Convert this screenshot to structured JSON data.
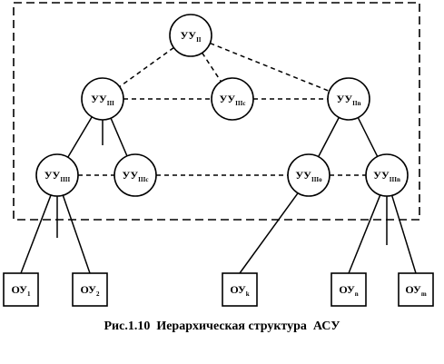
{
  "caption": "Рис.1.10  Иерархическая структура  АСУ",
  "nodes": [
    {
      "id": "uu_ii",
      "kind": "circle",
      "base": "УУ",
      "sub": "II"
    },
    {
      "id": "uu_iii",
      "kind": "circle",
      "base": "УУ",
      "sub": "III"
    },
    {
      "id": "uu_iic",
      "kind": "circle",
      "base": "УУ",
      "sub": "IIIc"
    },
    {
      "id": "uu_iin",
      "kind": "circle",
      "base": "УУ",
      "sub": "IIn"
    },
    {
      "id": "uu_iiii",
      "kind": "circle",
      "base": "УУ",
      "sub": "IIII"
    },
    {
      "id": "uu_iiic",
      "kind": "circle",
      "base": "УУ",
      "sub": "IIIc"
    },
    {
      "id": "uu_iiio",
      "kind": "circle",
      "base": "УУ",
      "sub": "IIIo"
    },
    {
      "id": "uu_iiin",
      "kind": "circle",
      "base": "УУ",
      "sub": "IIIn"
    },
    {
      "id": "oy_1",
      "kind": "box",
      "base": "ОУ",
      "sub": "1"
    },
    {
      "id": "oy_2",
      "kind": "box",
      "base": "ОУ",
      "sub": "2"
    },
    {
      "id": "oy_k",
      "kind": "box",
      "base": "ОУ",
      "sub": "k"
    },
    {
      "id": "oy_n",
      "kind": "box",
      "base": "ОУ",
      "sub": "n"
    },
    {
      "id": "oy_m",
      "kind": "box",
      "base": "ОУ",
      "sub": "m"
    }
  ],
  "links": [
    {
      "from": "uu_ii",
      "to": "uu_iii",
      "style": "dashed"
    },
    {
      "from": "uu_ii",
      "to": "uu_iic",
      "style": "dashed"
    },
    {
      "from": "uu_ii",
      "to": "uu_iin",
      "style": "dashed"
    },
    {
      "from": "uu_iii",
      "to": "uu_iic",
      "style": "dashed"
    },
    {
      "from": "uu_iic",
      "to": "uu_iin",
      "style": "dashed"
    },
    {
      "from": "uu_iii",
      "to": "uu_iiii",
      "style": "solid"
    },
    {
      "from": "uu_iii",
      "to": "uu_iiic",
      "style": "solid"
    },
    {
      "from": "uu_iiii",
      "to": "uu_iiic",
      "style": "dashed"
    },
    {
      "from": "uu_iiic",
      "to": "uu_iiio",
      "style": "dashed"
    },
    {
      "from": "uu_iiio",
      "to": "uu_iiin",
      "style": "dashed"
    },
    {
      "from": "uu_iin",
      "to": "uu_iiio",
      "style": "solid"
    },
    {
      "from": "uu_iin",
      "to": "uu_iiin",
      "style": "solid"
    },
    {
      "from": "uu_iiii",
      "to": "oy_1",
      "style": "solid"
    },
    {
      "from": "uu_iiii",
      "to": "oy_2",
      "style": "solid"
    },
    {
      "from": "uu_iiio",
      "to": "oy_k",
      "style": "solid"
    },
    {
      "from": "uu_iiin",
      "to": "oy_n",
      "style": "solid"
    },
    {
      "from": "uu_iiin",
      "to": "oy_m",
      "style": "solid"
    }
  ]
}
